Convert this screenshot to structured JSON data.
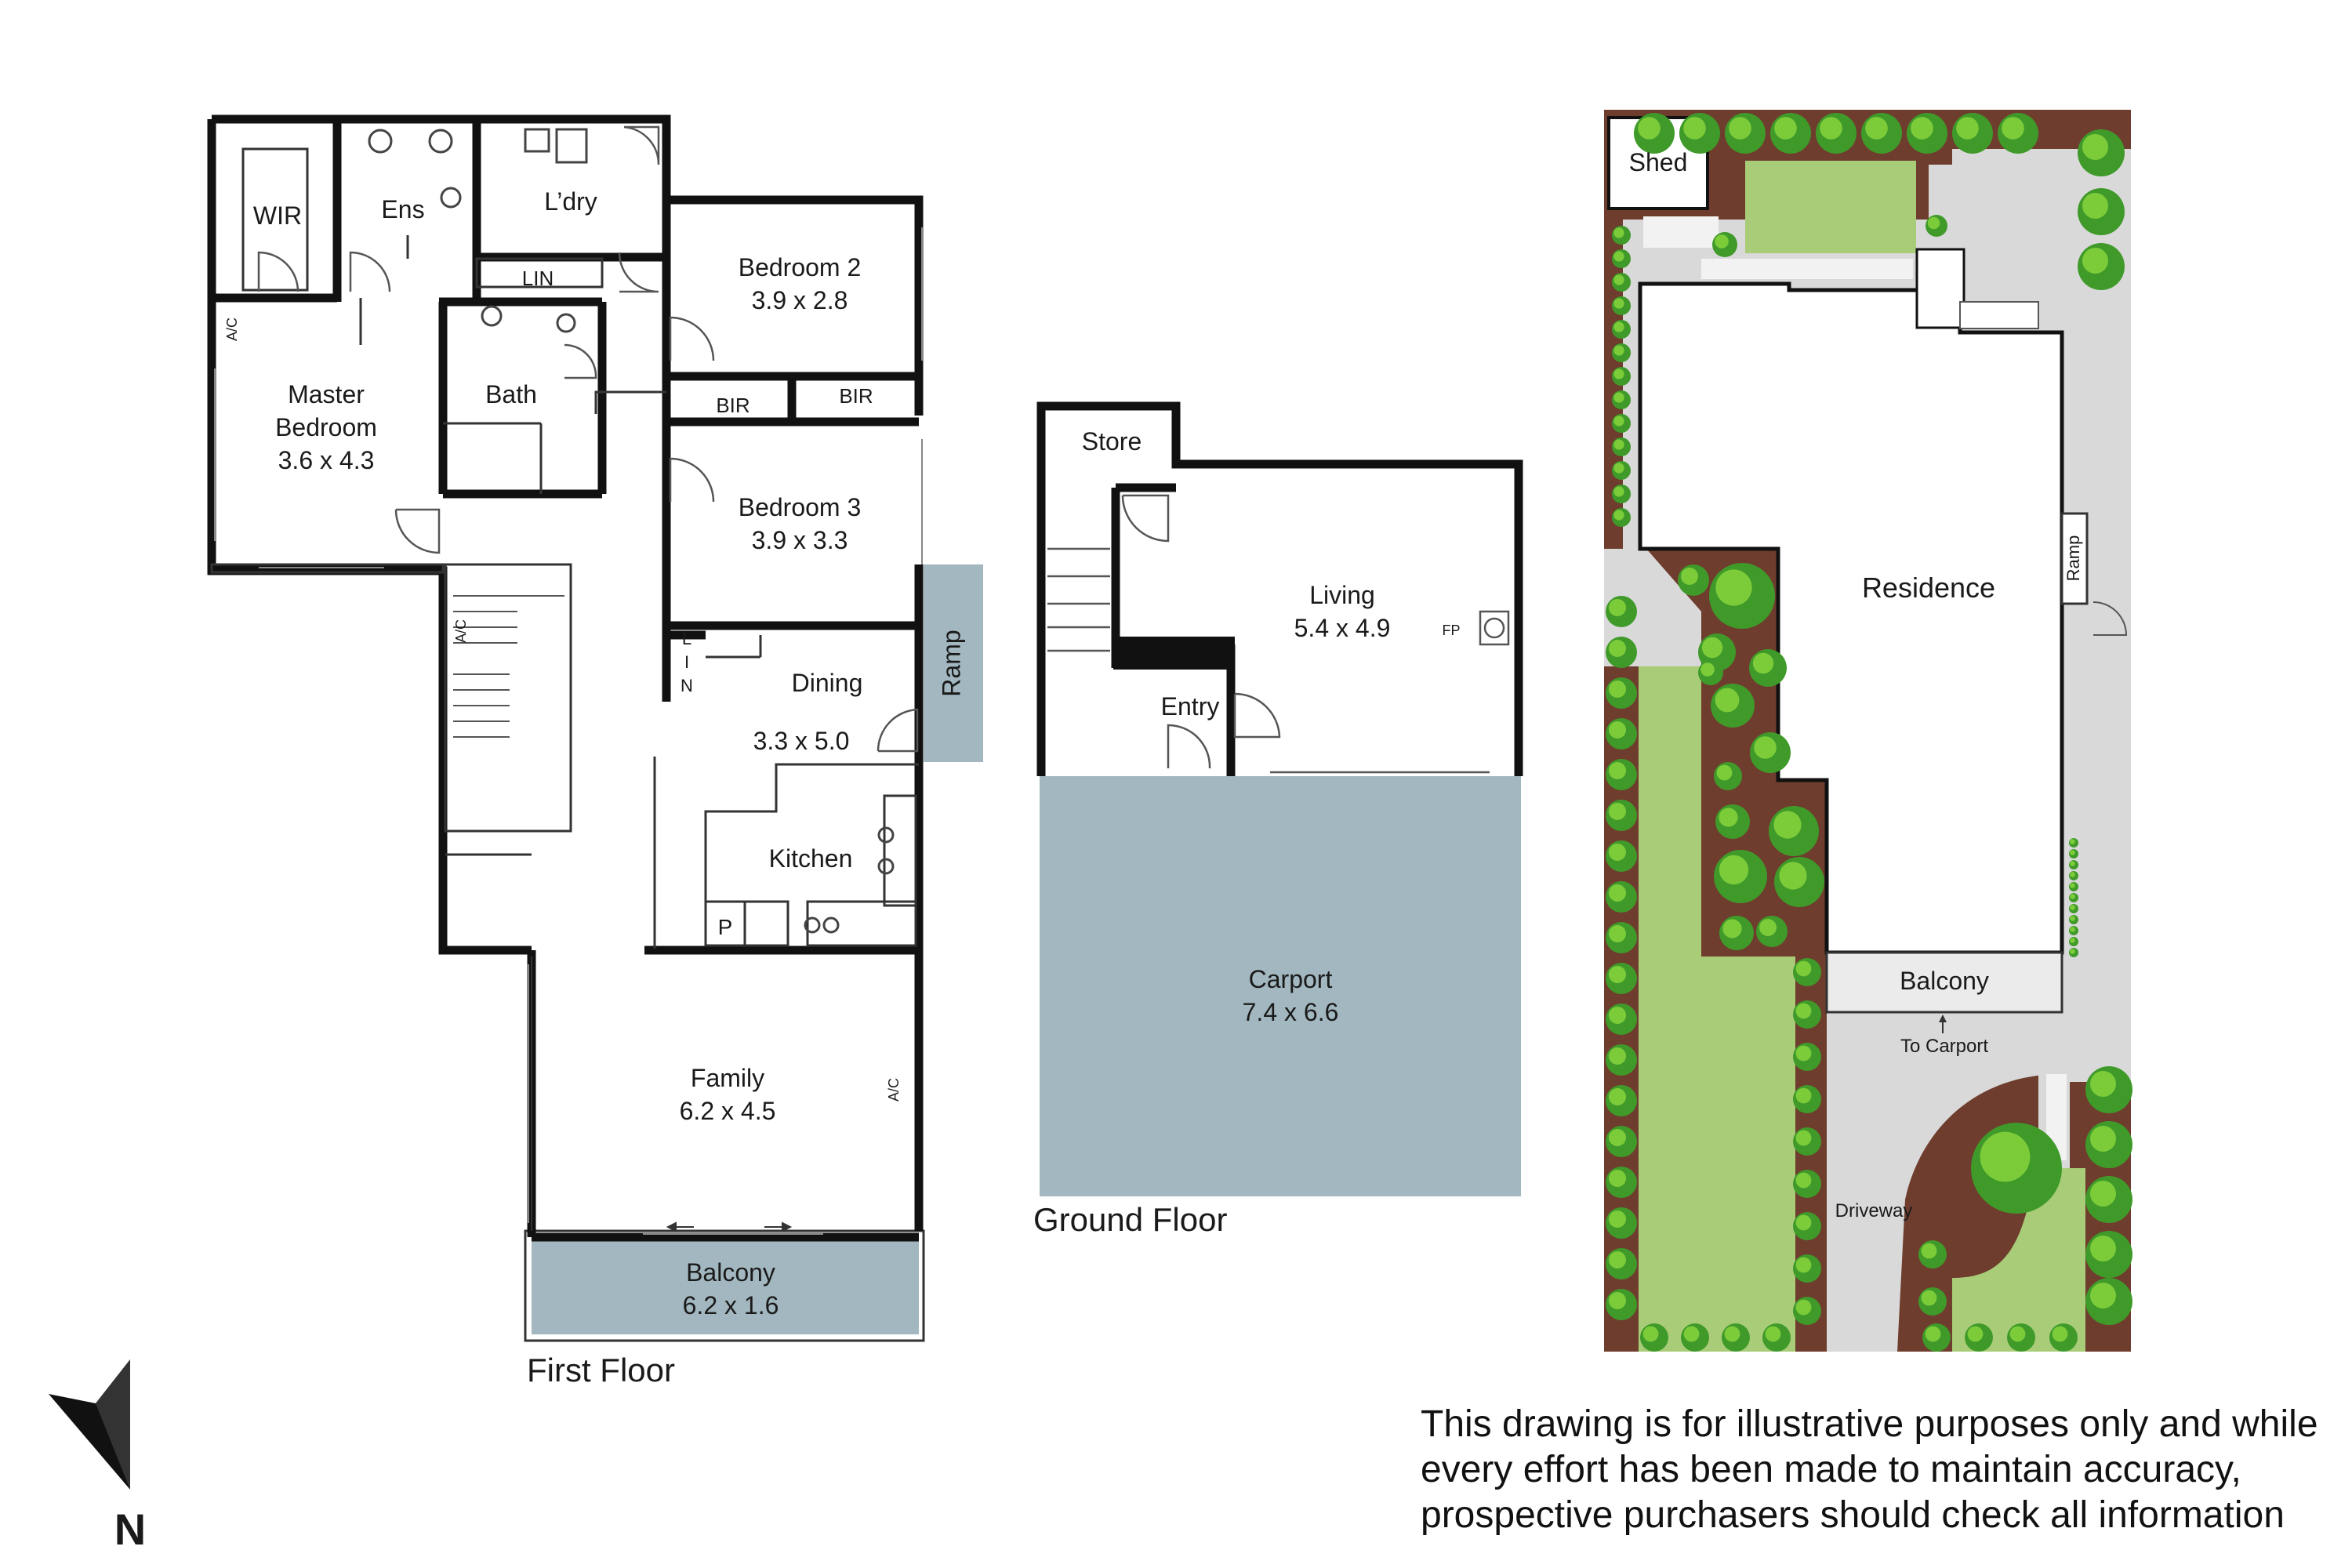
{
  "colors": {
    "wall": "#111111",
    "water_blue": "#a2b7bf",
    "lawn": "#a9cc78",
    "garden_bed": "#6e3d2d",
    "paving": "#d9d9d9",
    "tree": "#3f9a2a",
    "tree_highlight": "#7ccc3a"
  },
  "first_floor": {
    "title": "First Floor",
    "rooms": {
      "wir": "WIR",
      "ens": "Ens",
      "ldry": "L’dry",
      "lin_top": "LIN",
      "bedroom2_name": "Bedroom 2",
      "bedroom2_size": "3.9 x 2.8",
      "bir_a": "BIR",
      "bir_b": "BIR",
      "master_name_1": "Master",
      "master_name_2": "Bedroom",
      "master_size": "3.6 x 4.3",
      "bath": "Bath",
      "bedroom3_name": "Bedroom 3",
      "bedroom3_size": "3.9 x 3.3",
      "ramp": "Ramp",
      "lin_v": [
        "L",
        "I",
        "N"
      ],
      "dining_name": "Dining",
      "dining_size": "3.3 x 5.0",
      "kitchen": "Kitchen",
      "pantry": "P",
      "family_name": "Family",
      "family_size": "6.2 x 4.5",
      "balcony_name": "Balcony",
      "balcony_size": "6.2 x 1.6",
      "ac": "A/C"
    }
  },
  "ground_floor": {
    "title": "Ground Floor",
    "rooms": {
      "store": "Store",
      "living_name": "Living",
      "living_size": "5.4 x 4.9",
      "fp": "FP",
      "entry": "Entry",
      "carport_name": "Carport",
      "carport_size": "7.4 x 6.6"
    }
  },
  "site_plan": {
    "shed": "Shed",
    "residence": "Residence",
    "ramp": "Ramp",
    "balcony": "Balcony",
    "to_carport": "To Carport",
    "driveway": "Driveway"
  },
  "compass": {
    "label": "N",
    "icon": "north-arrow-icon"
  },
  "disclaimer": "This drawing is for illustrative purposes only and while every effort has been made to maintain accuracy, prospective purchasers should check all information"
}
